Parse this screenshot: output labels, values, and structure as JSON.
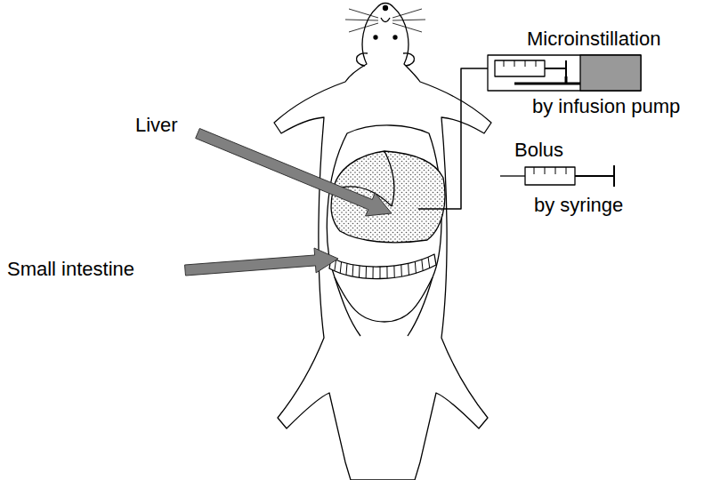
{
  "diagram": {
    "labels": [
      "Microinstillation",
      "Liver",
      "by infusion pump",
      "Bolus",
      "by syringe",
      "Small intestine"
    ]
  }
}
